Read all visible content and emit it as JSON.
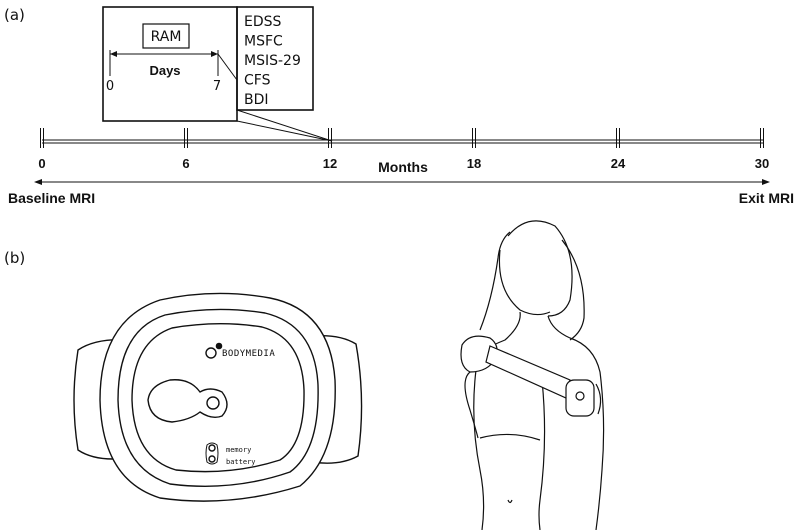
{
  "panel_a": {
    "label": "(a)",
    "timeline": {
      "ticks": [
        "0",
        "6",
        "12",
        "18",
        "24",
        "30"
      ],
      "axis_title": "Months",
      "start_label": "Baseline MRI",
      "end_label": "Exit MRI"
    },
    "inset": {
      "ram_label": "RAM",
      "days_label": "Days",
      "day_start": "0",
      "day_end": "7",
      "assessments": [
        "EDSS",
        "MSFC",
        "MSIS-29",
        "CFS",
        "BDI"
      ]
    }
  },
  "panel_b": {
    "label": "(b)",
    "device": {
      "brand": "BODYMEDIA",
      "memory_label": "memory",
      "battery_label": "battery"
    }
  }
}
